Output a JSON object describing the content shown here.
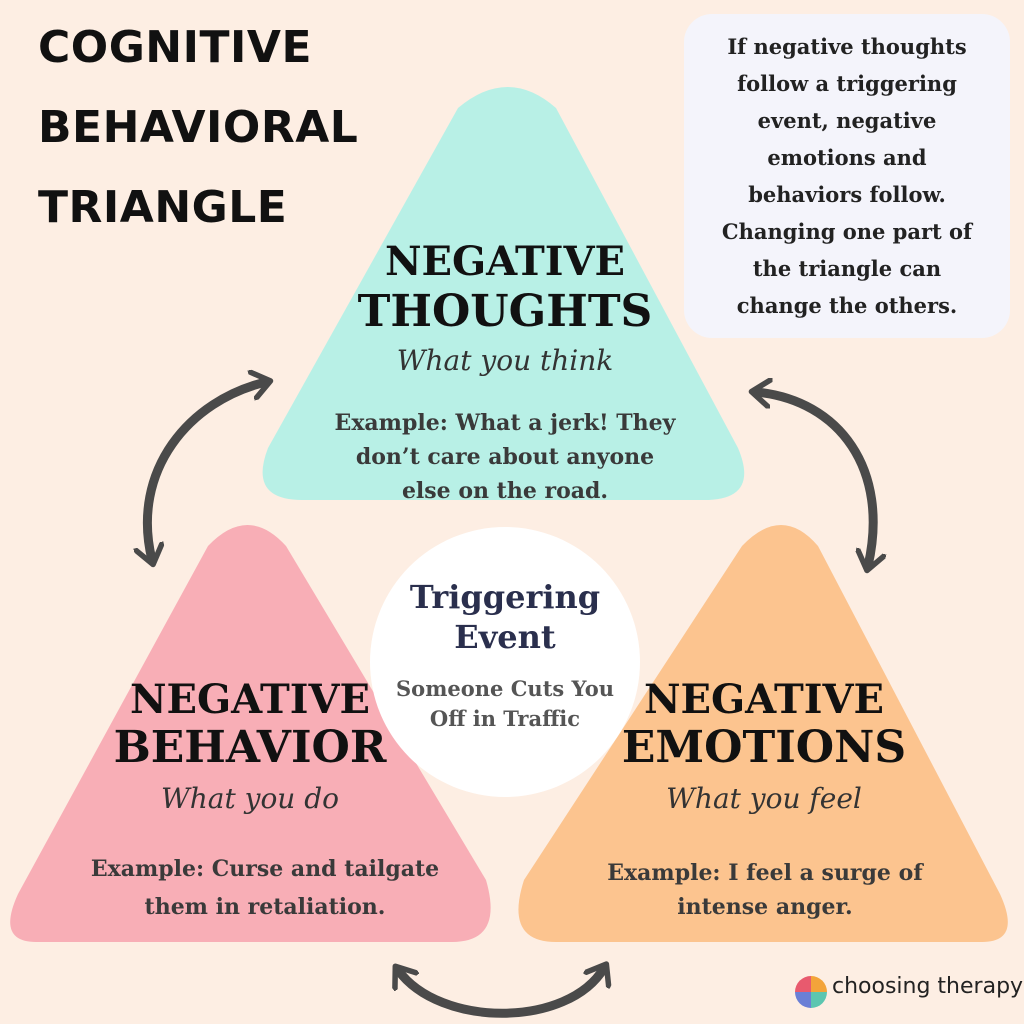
{
  "title": [
    "COGNITIVE",
    "BEHAVIORAL",
    "TRIANGLE"
  ],
  "info_box": [
    "If negative thoughts",
    "follow a triggering",
    "event, negative",
    "emotions and",
    "behaviors follow.",
    "Changing one part of",
    "the triangle can",
    "change the others."
  ],
  "thoughts": {
    "heading": [
      "NEGATIVE",
      "THOUGHTS"
    ],
    "subtitle": "What you think",
    "example": [
      "Example: What a jerk! They",
      "don’t care about anyone",
      "else on the road."
    ],
    "color": "#b8f0e6"
  },
  "behavior": {
    "heading": [
      "NEGATIVE",
      "BEHAVIOR"
    ],
    "subtitle": "What you do",
    "example": [
      "Example: Curse and tailgate",
      "them in retaliation."
    ],
    "color": "#f8aeb6"
  },
  "emotions": {
    "heading": [
      "NEGATIVE",
      "EMOTIONS"
    ],
    "subtitle": "What you feel",
    "example": [
      "Example: I feel a surge of",
      "intense anger."
    ],
    "color": "#fcc48f"
  },
  "trigger": {
    "heading": [
      "Triggering",
      "Event"
    ],
    "example": [
      "Someone Cuts You",
      "Off in Traffic"
    ]
  },
  "brand": {
    "name": "choosing therapy",
    "logo_colors": [
      "#e85a6e",
      "#f3a43a",
      "#5cc6b0",
      "#6a7fd6"
    ]
  },
  "colors": {
    "background": "#fdeee3",
    "arrows": "#4a4a4a",
    "trigger_circle": "#ffffff",
    "info_box": "#f4f4fb"
  },
  "icons": [
    "double-arrow-icon"
  ]
}
